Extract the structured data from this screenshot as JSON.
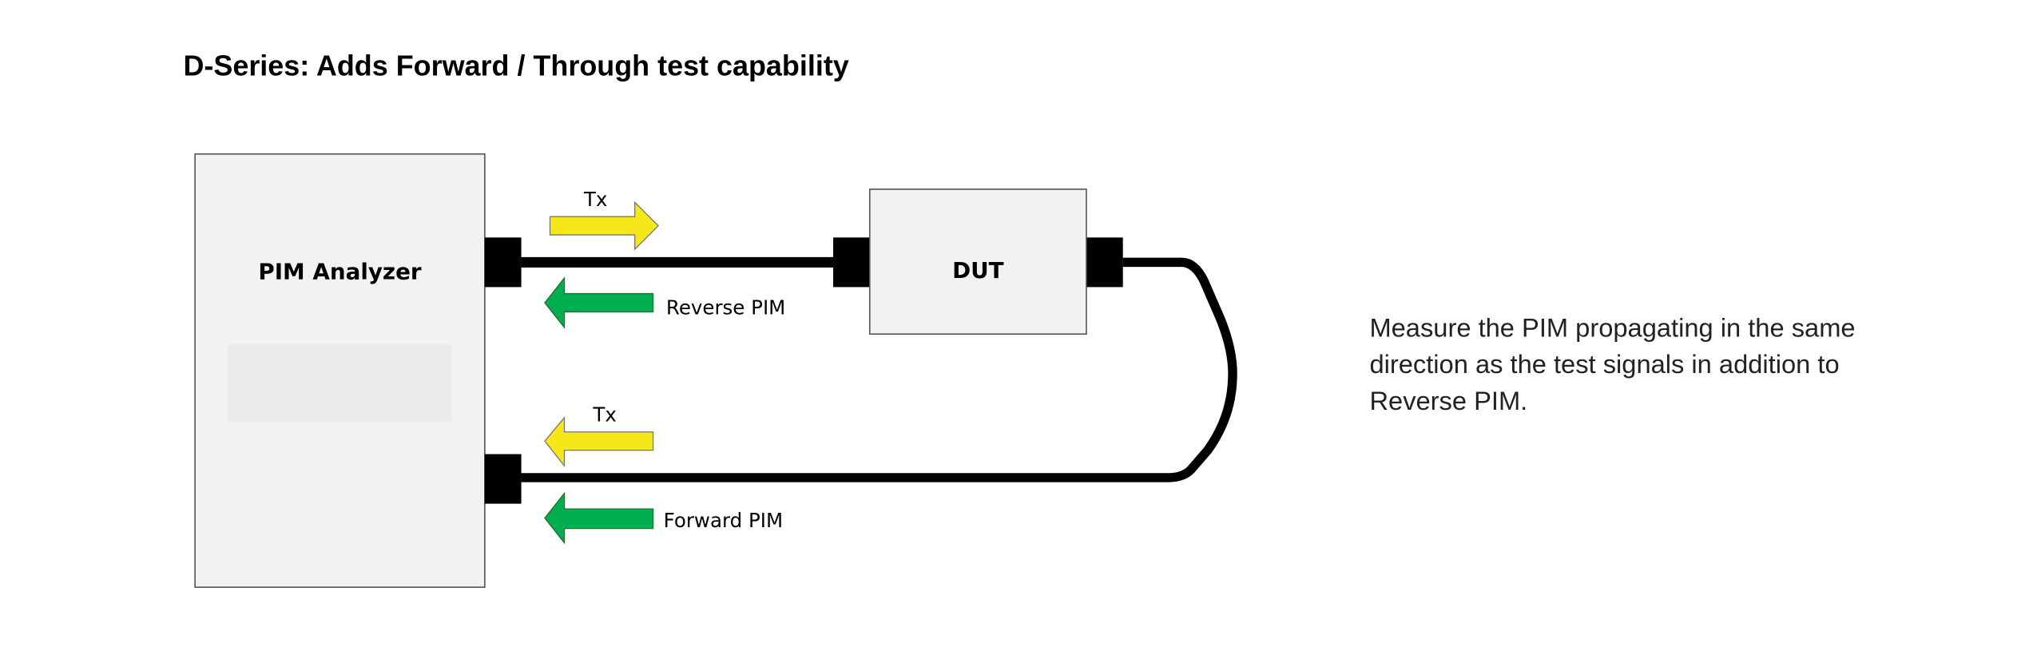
{
  "title": "D-Series: Adds Forward / Through test capability",
  "analyzer": {
    "label": "PIM Analyzer"
  },
  "dut": {
    "label": "DUT"
  },
  "arrows": {
    "tx_forward": "Tx",
    "reverse_pim": "Reverse PIM",
    "tx_return": "Tx",
    "forward_pim": "Forward PIM"
  },
  "description": {
    "lines": [
      "Measure the PIM propagating in the same",
      "direction as the test signals in addition to",
      "Reverse PIM."
    ]
  },
  "colors": {
    "tx": "#f5e71a",
    "pim": "#00b050",
    "box": "#f2f2f2",
    "screen": "#ebebed"
  }
}
